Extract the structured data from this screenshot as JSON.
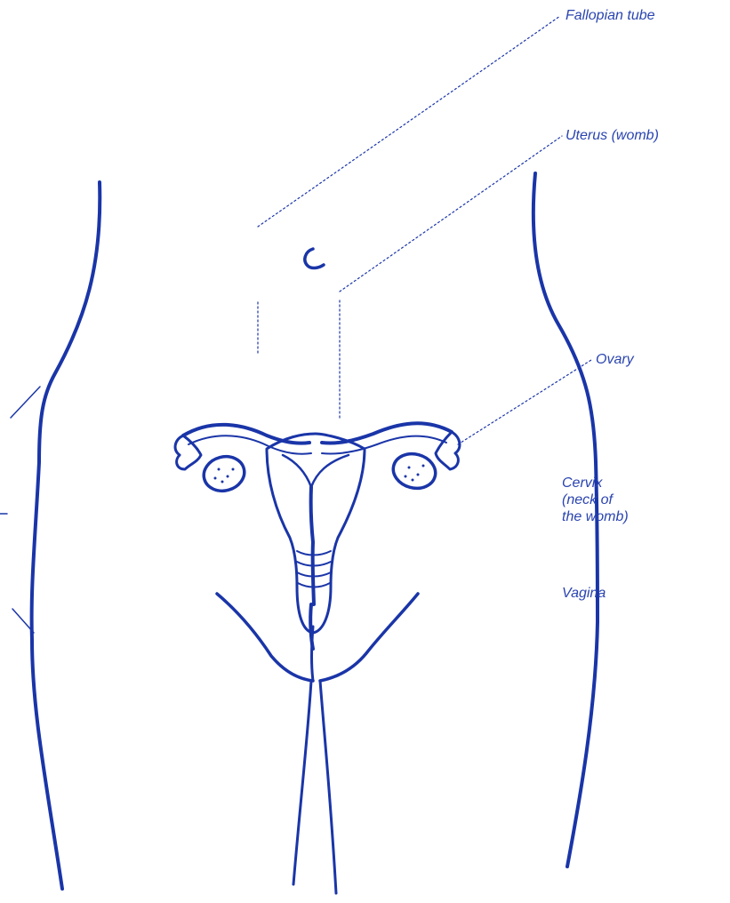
{
  "colors": {
    "ink": "#1a35a8",
    "label": "#2a44b0",
    "background": "#ffffff"
  },
  "labels": {
    "fallopian_tube": "Fallopian tube",
    "uterus": "Uterus (womb)",
    "ovary": "Ovary",
    "cervix": [
      "Cervix",
      "(neck of",
      "the womb)"
    ],
    "vagina": "Vagina"
  }
}
